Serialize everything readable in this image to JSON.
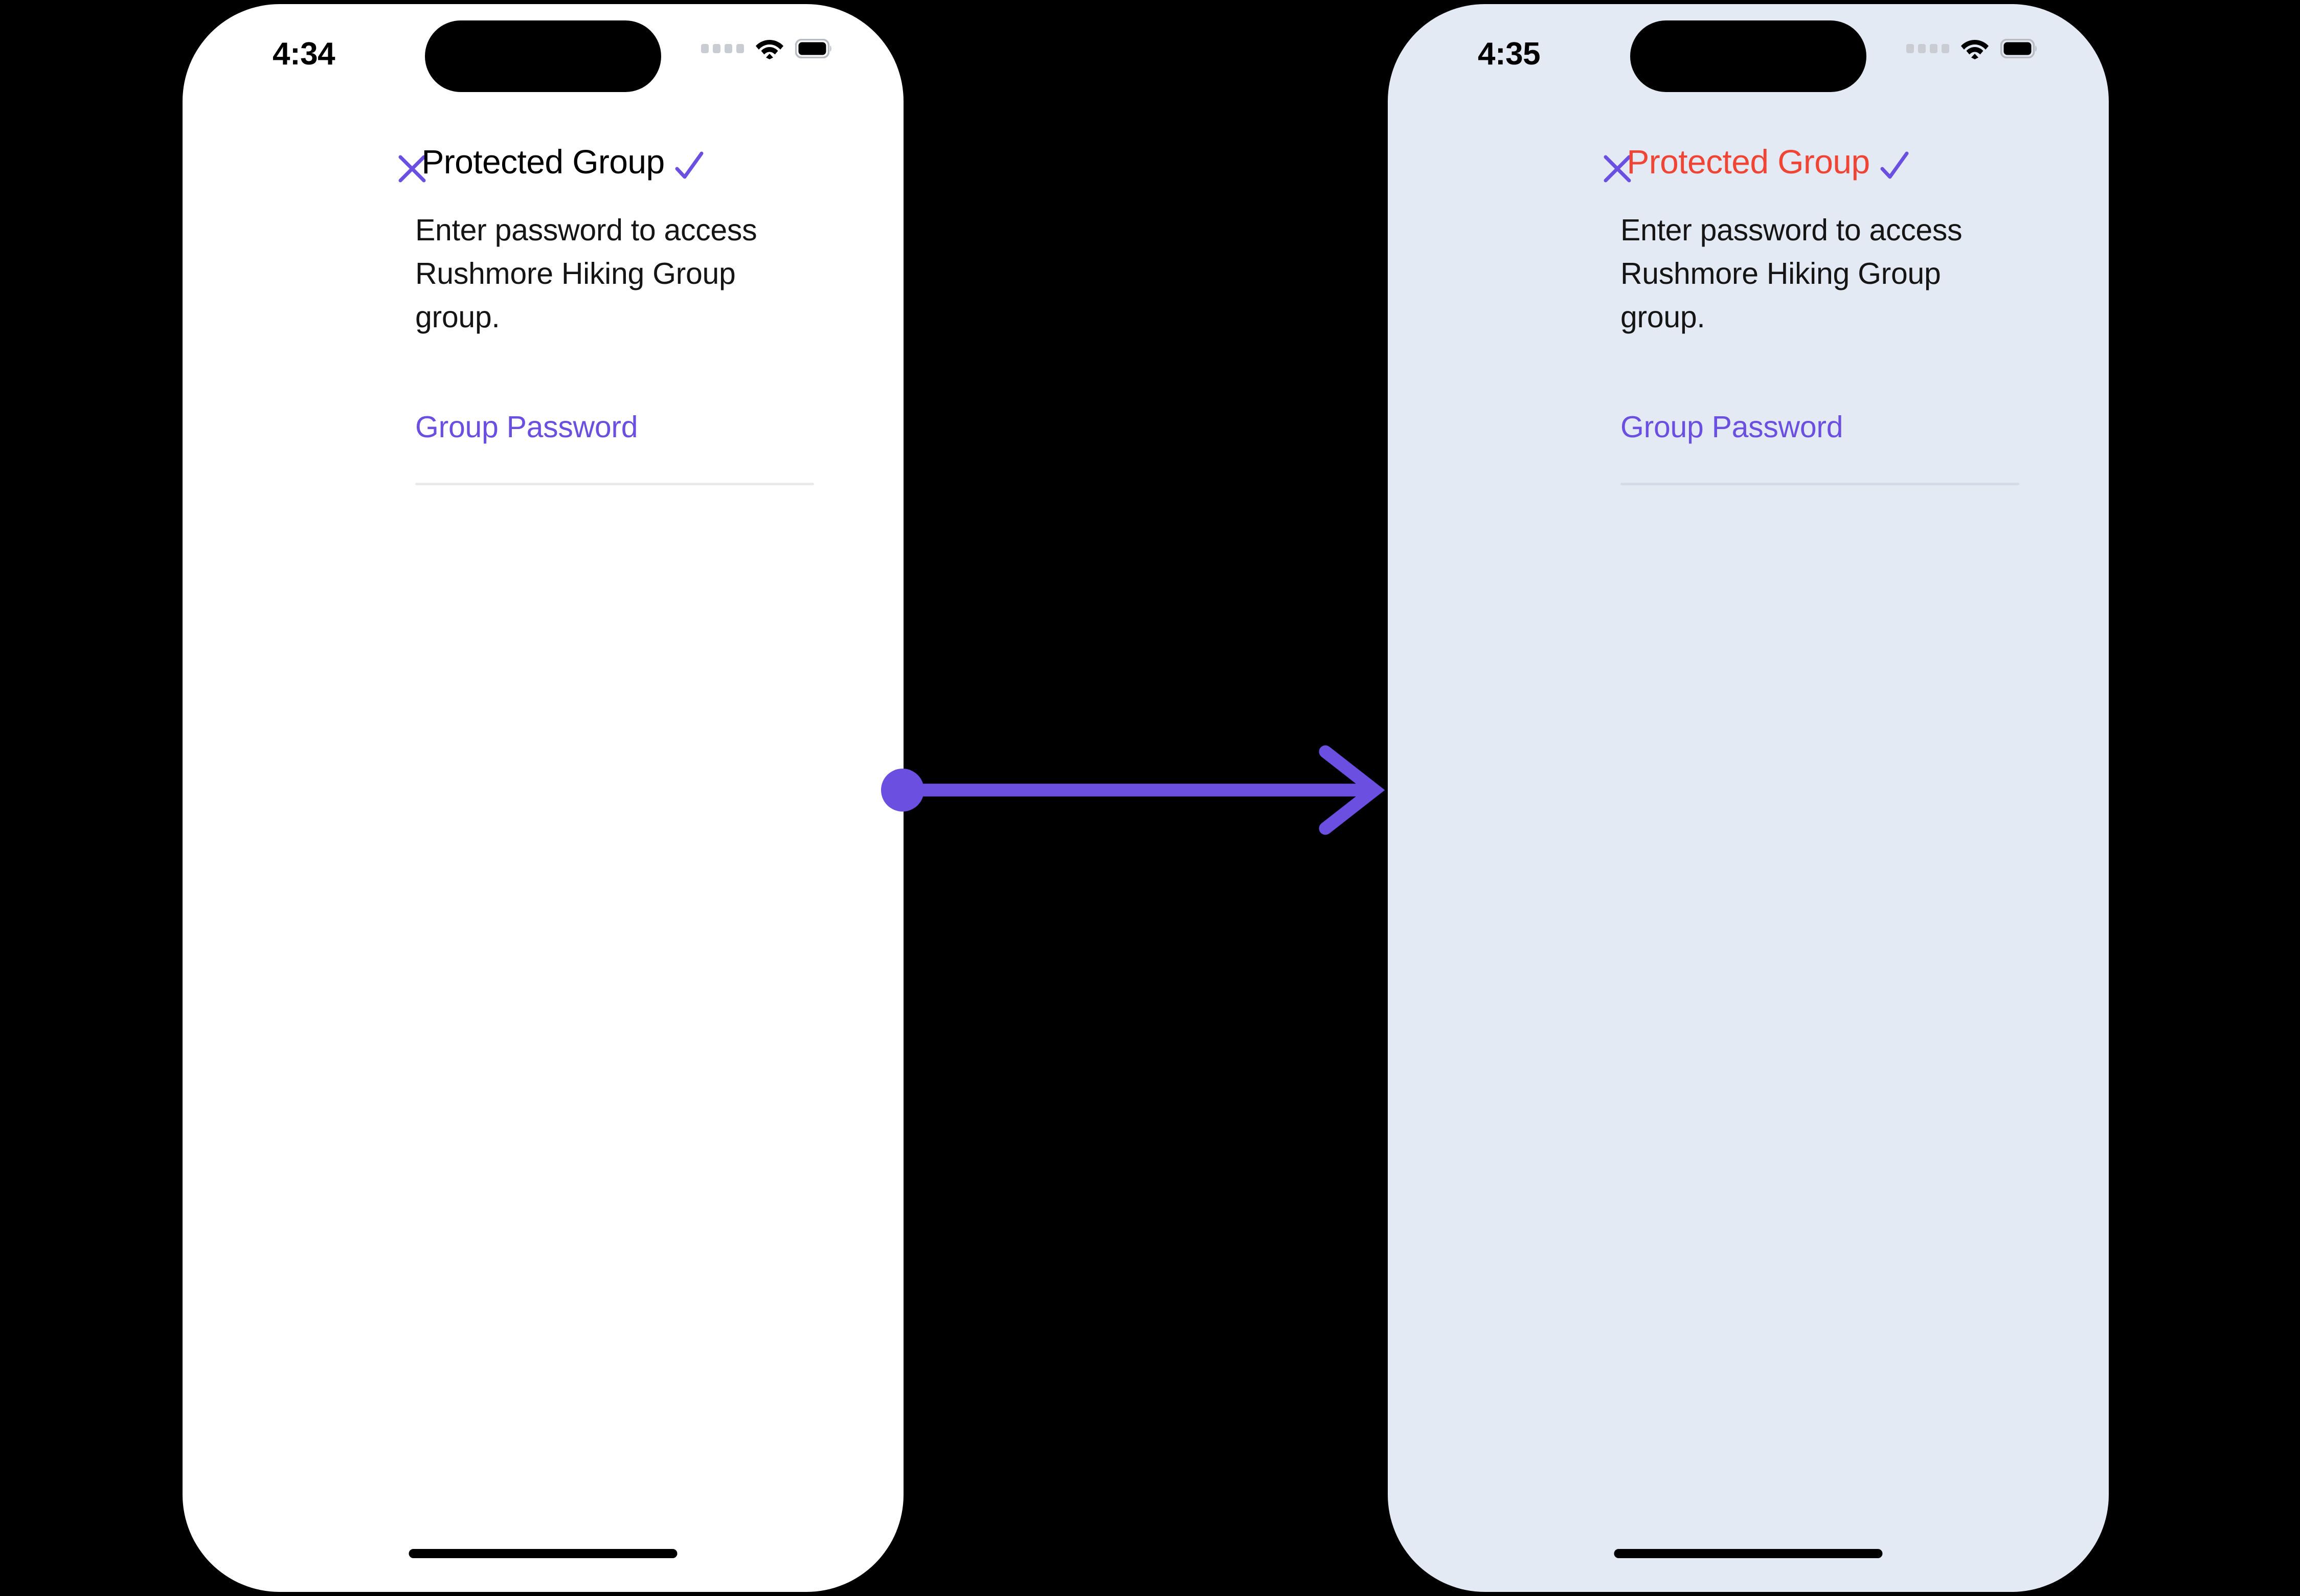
{
  "flow": {
    "arrow_color": "#6A4FE0",
    "arrow_name": "transition-arrow",
    "background_color": "#000000"
  },
  "screens": [
    {
      "id": "left",
      "state": "default",
      "background_color": "#FFFFFF",
      "status_bar": {
        "time": "4:34",
        "cellular_icon": "cellular-dots-icon",
        "wifi_icon": "wifi-icon",
        "battery_icon": "battery-full-icon"
      },
      "nav": {
        "close_icon": "close-icon",
        "title": "Protected Group",
        "title_color": "#000000",
        "confirm_icon": "checkmark-icon",
        "accent_color": "#6A4FE0"
      },
      "body": {
        "prompt": "Enter password to access Rushmore Hiking Group group."
      },
      "field": {
        "label": "Group Password",
        "label_color": "#6A4FE0",
        "value": "",
        "placeholder": "",
        "underline_color": "#EAEAEA"
      }
    },
    {
      "id": "right",
      "state": "error",
      "background_color": "#E4EAF4",
      "status_bar": {
        "time": "4:35",
        "cellular_icon": "cellular-dots-icon",
        "wifi_icon": "wifi-icon",
        "battery_icon": "battery-full-icon"
      },
      "nav": {
        "close_icon": "close-icon",
        "title": "Protected Group",
        "title_color": "#F04434",
        "confirm_icon": "checkmark-icon",
        "accent_color": "#6A4FE0"
      },
      "body": {
        "prompt": "Enter password to access Rushmore Hiking Group group."
      },
      "field": {
        "label": "Group Password",
        "label_color": "#6A4FE0",
        "value": "",
        "placeholder": "",
        "underline_color": "#D4DBE6"
      }
    }
  ]
}
